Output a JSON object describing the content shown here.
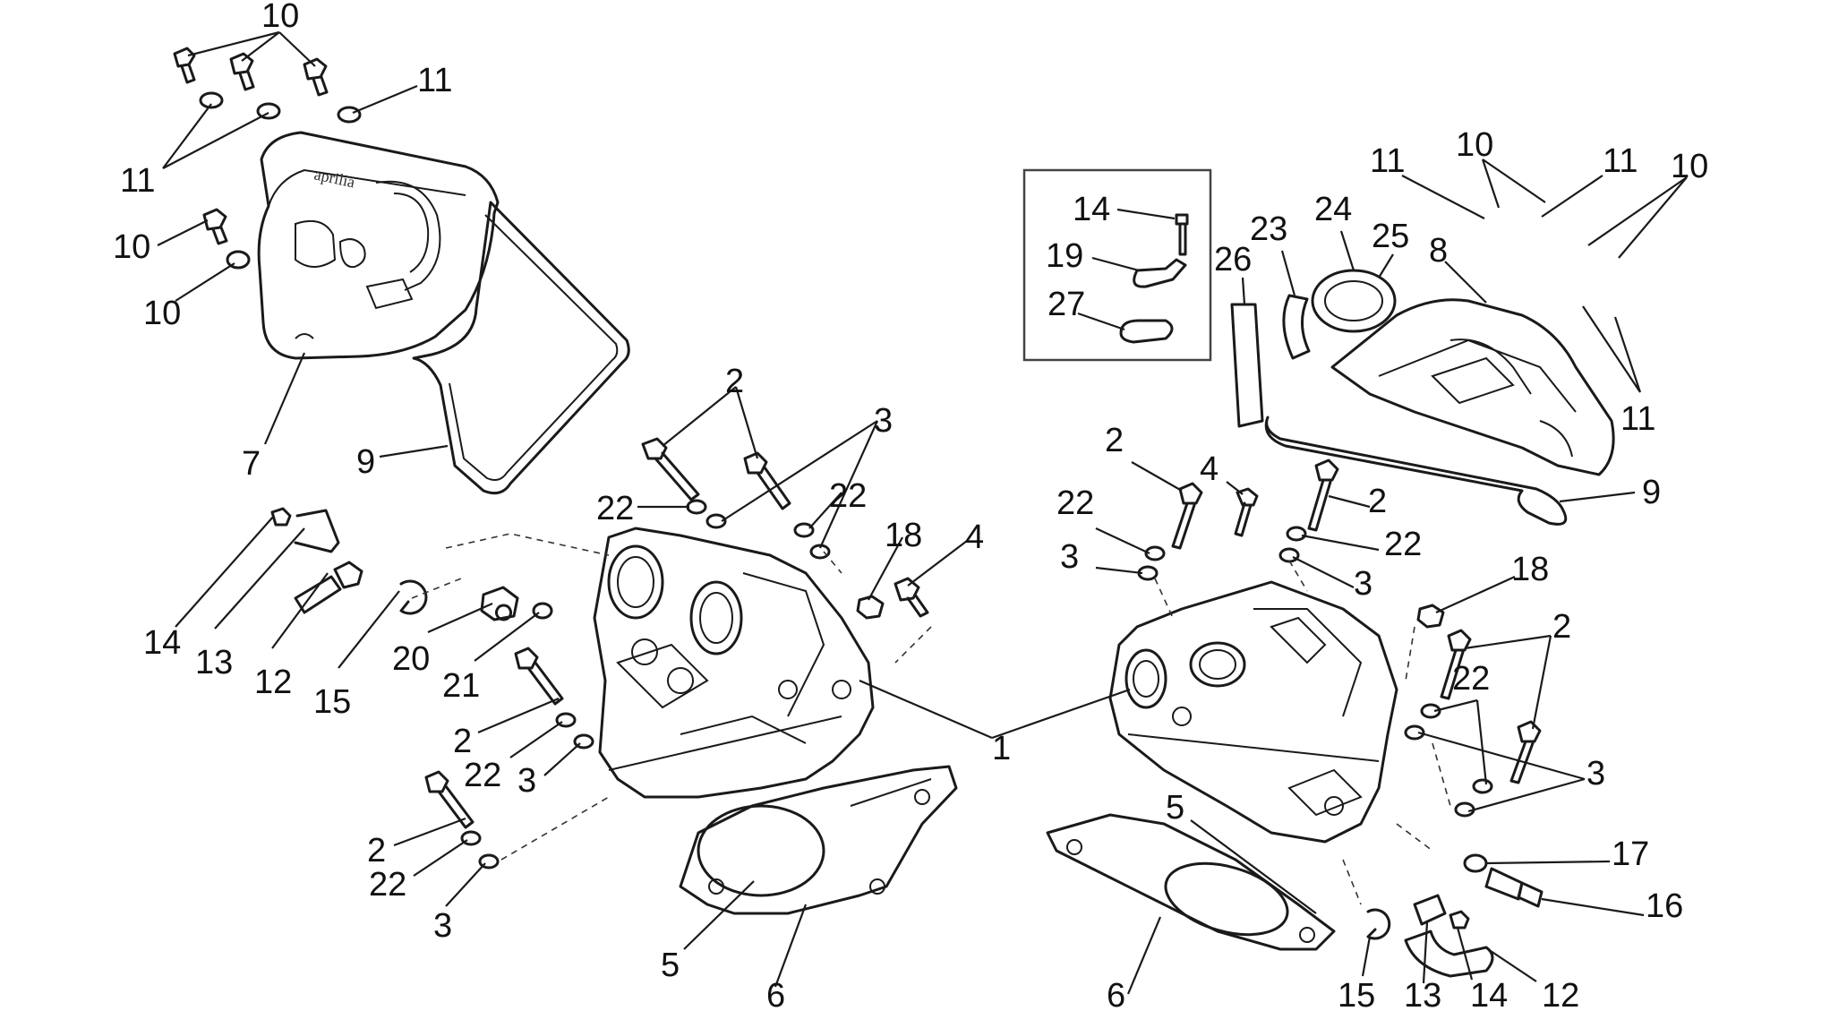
{
  "callouts": {
    "c10a": "10",
    "c11a": "11",
    "c11b": "11",
    "c10b": "10",
    "c10c": "10",
    "c7": "7",
    "c9a": "9",
    "c14a": "14",
    "c13a": "13",
    "c12a": "12",
    "c15a": "15",
    "c20": "20",
    "c21": "21",
    "c2a": "2",
    "c22a": "22",
    "c3a": "3",
    "c2b": "2",
    "c22b": "22",
    "c3b": "3",
    "c2c": "2",
    "c3c": "3",
    "c22c": "22",
    "c22d": "22",
    "c18a": "18",
    "c4a": "4",
    "c5a": "5",
    "c6a": "6",
    "c1": "1",
    "c14b": "14",
    "c19": "19",
    "c27": "27",
    "c26": "26",
    "c23": "23",
    "c24": "24",
    "c25": "25",
    "c8": "8",
    "c11c": "11",
    "c10d": "10",
    "c11d": "11",
    "c10e": "10",
    "c11e": "11",
    "c9b": "9",
    "c2d": "2",
    "c4b": "4",
    "c2e": "2",
    "c22e": "22",
    "c3d": "3",
    "c22f": "22",
    "c3e": "3",
    "c18b": "18",
    "c2f": "2",
    "c22g": "22",
    "c3f": "3",
    "c17": "17",
    "c16": "16",
    "c5b": "5",
    "c6b": "6",
    "c15b": "15",
    "c13b": "13",
    "c14c": "14",
    "c12b": "12"
  }
}
